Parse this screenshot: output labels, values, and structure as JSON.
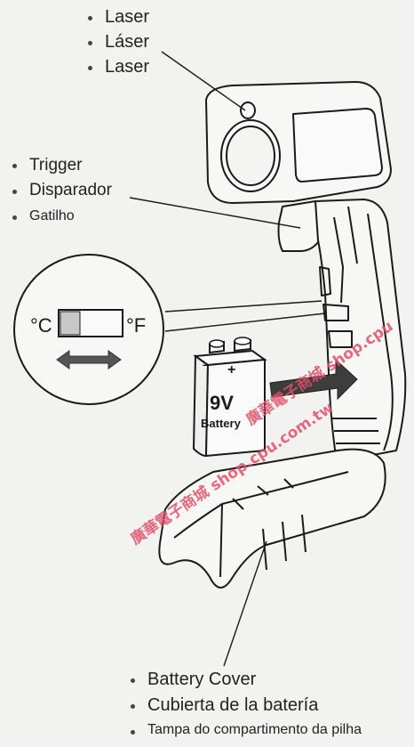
{
  "labels": {
    "laser": [
      "Laser",
      "Láser",
      "Laser"
    ],
    "trigger": [
      "Trigger",
      "Disparador",
      "Gatilho"
    ],
    "battery_cover": [
      "Battery Cover",
      "Cubierta de la batería",
      "Tampa do compartimento da pilha"
    ]
  },
  "switch": {
    "celsius": "°C",
    "fahrenheit": "°F"
  },
  "battery": {
    "voltage": "9V",
    "name": "Battery",
    "minus": "–",
    "plus": "+"
  },
  "watermark": {
    "text_1": "廣華電子商城 shop.cpu.com.tw",
    "text_2": "廣華電子商城 shop.cpu"
  },
  "colors": {
    "ink": "#1a1a1a",
    "background": "#f2f2f0",
    "watermark": "#e0506a",
    "switch_fill": "#c8c8c8"
  }
}
